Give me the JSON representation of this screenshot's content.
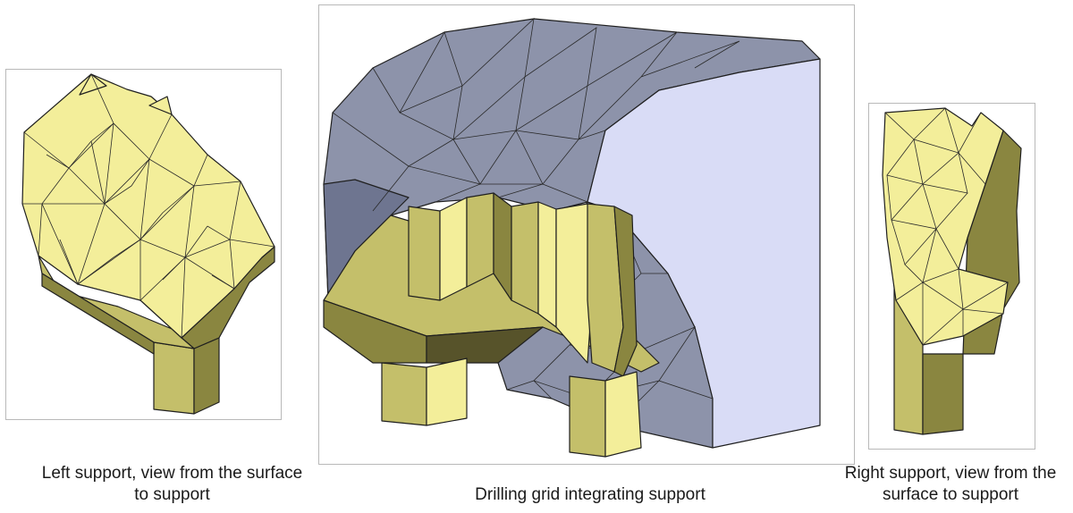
{
  "captions": {
    "left": "Left support, view from the surface to support",
    "middle": "Drilling grid integrating support",
    "right": "Right support, view from the surface to support"
  },
  "colors": {
    "support_light": "#f3ee9a",
    "support_mid": "#c4bf6a",
    "support_dark": "#8a8640",
    "support_shadow": "#57532a",
    "grid_mesh": "#8d93aa",
    "grid_dark": "#6e7590",
    "grid_cut": "#d9dcf6",
    "edge": "#1f1f1f"
  },
  "icons": {
    "left": "mesh-support-left-icon",
    "middle": "drilling-grid-icon",
    "right": "mesh-support-right-icon"
  }
}
